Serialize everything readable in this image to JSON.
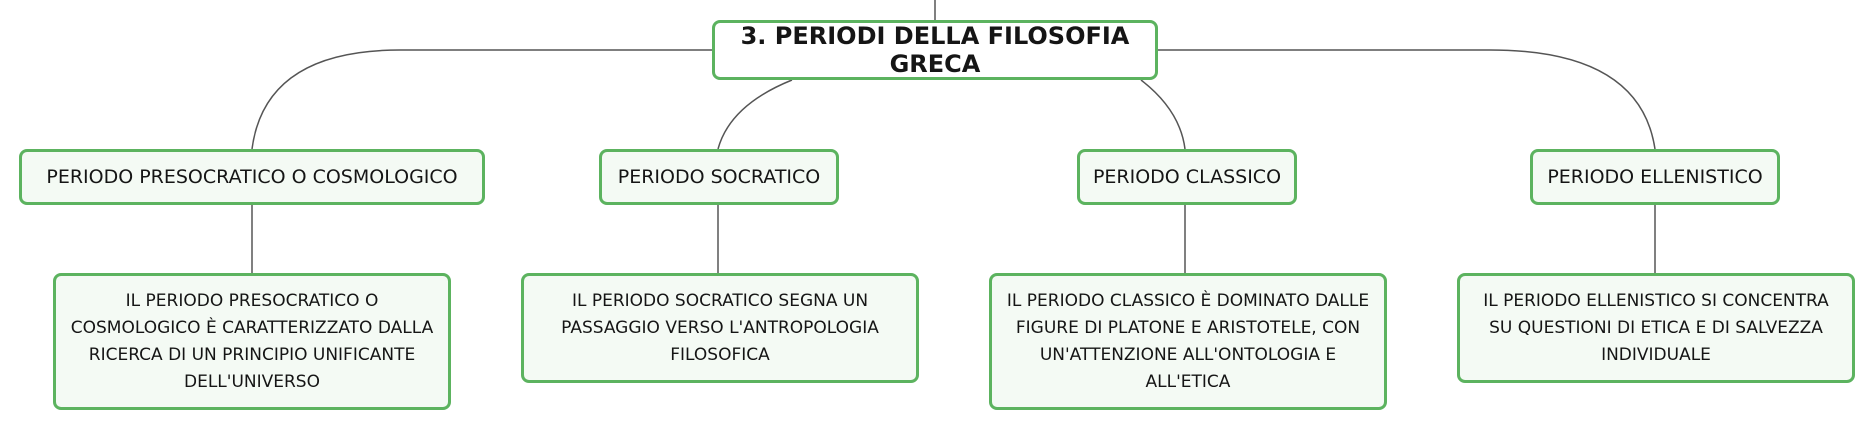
{
  "root": {
    "label": "3. PERIODI DELLA FILOSOFIA GRECA"
  },
  "branches": [
    {
      "label": "PERIODO PRESOCRATICO O COSMOLOGICO",
      "detail": "IL PERIODO PRESOCRATICO O COSMOLOGICO È CARATTERIZZATO DALLA RICERCA DI UN PRINCIPIO UNIFICANTE DELL'UNIVERSO"
    },
    {
      "label": "PERIODO SOCRATICO",
      "detail": "IL PERIODO SOCRATICO SEGNA UN PASSAGGIO VERSO L'ANTROPOLOGIA FILOSOFICA"
    },
    {
      "label": "PERIODO CLASSICO",
      "detail": "IL PERIODO CLASSICO È DOMINATO DALLE FIGURE DI PLATONE E ARISTOTELE, CON UN'ATTENZIONE ALL'ONTOLOGIA E ALL'ETICA"
    },
    {
      "label": "PERIODO ELLENISTICO",
      "detail": "IL PERIODO ELLENISTICO SI CONCENTRA SU QUESTIONI DI ETICA E DI SALVEZZA INDIVIDUALE"
    }
  ],
  "colors": {
    "node_border": "#5cb35f",
    "node_fill": "#f4faf4",
    "connector": "#555555"
  }
}
